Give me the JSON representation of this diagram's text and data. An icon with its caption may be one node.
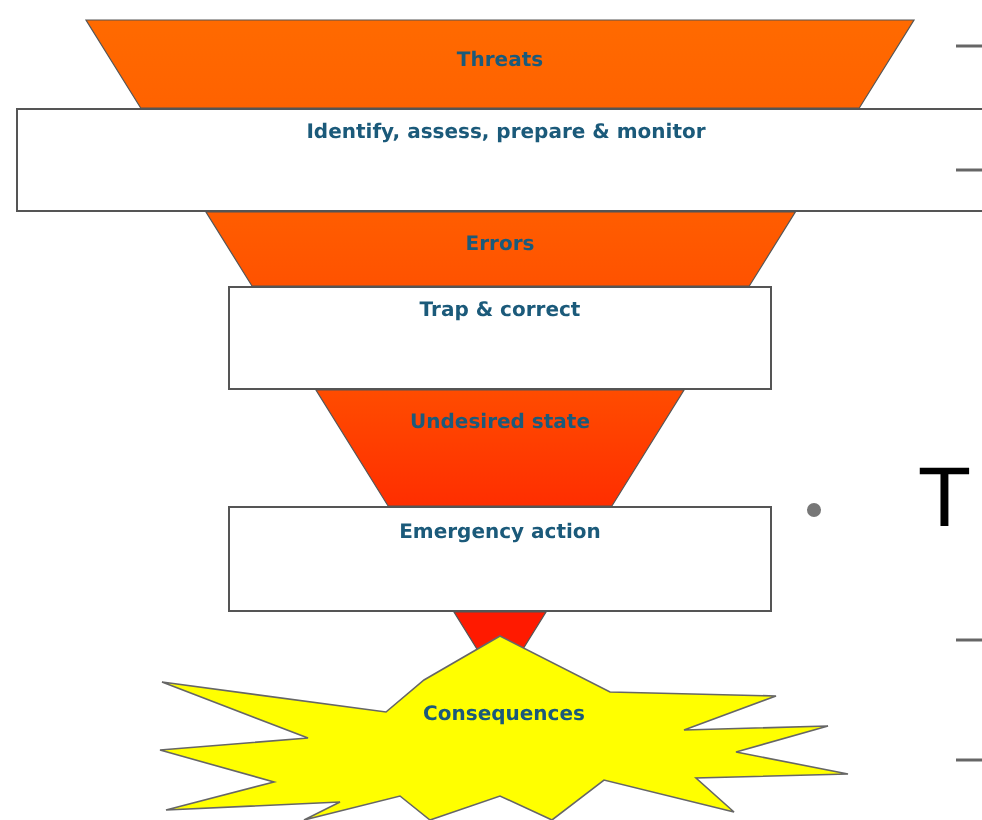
{
  "diagram": {
    "nodes": [
      {
        "text": [
          "Threats"
        ]
      },
      {
        "text": [
          "Identify, assess, prepare & monitor"
        ]
      },
      {
        "text": [
          "Errors"
        ]
      },
      {
        "text": [
          "Trap & correct"
        ]
      },
      {
        "text": [
          "Undesired state"
        ]
      },
      {
        "text": [
          "Emergency action"
        ]
      },
      {
        "text": [
          "Consequences"
        ]
      }
    ],
    "labels": [
      "T"
    ]
  }
}
